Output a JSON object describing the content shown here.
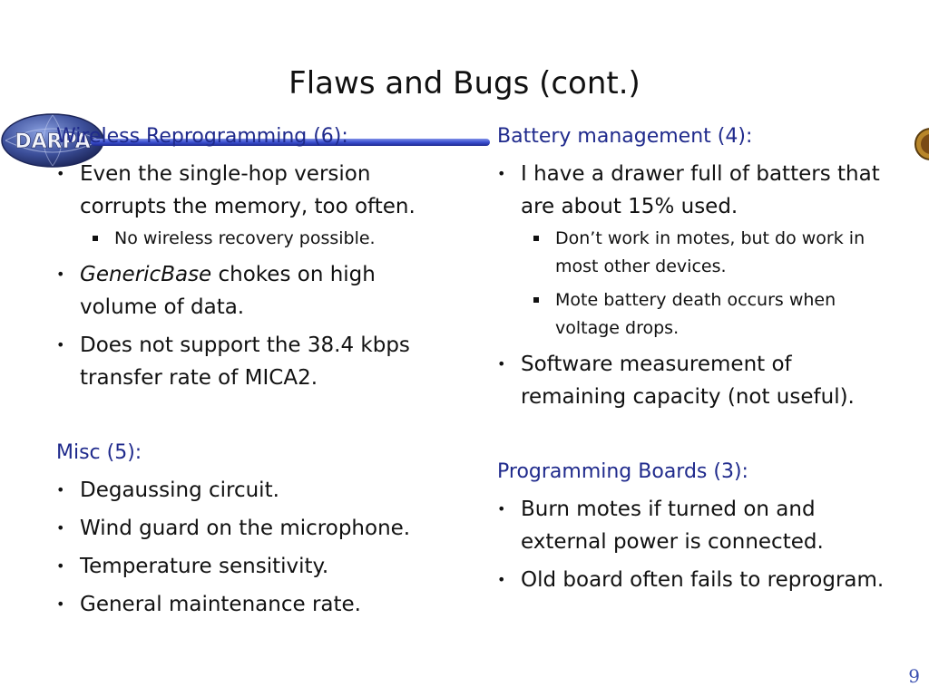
{
  "slide": {
    "title": "Flaws and Bugs (cont.)",
    "logo_text": "DARPA",
    "page_number": "9"
  },
  "left": {
    "sections": [
      {
        "heading": "Wireless Reprogramming (6):",
        "items": [
          {
            "text": "Even the single-hop version corrupts the memory, too often.",
            "sub": [
              "No wireless recovery possible."
            ]
          },
          {
            "italic": "GenericBase",
            "text": " chokes on high volume of data.",
            "sub": []
          },
          {
            "text": "Does not support the 38.4 kbps transfer rate of MICA2.",
            "sub": []
          }
        ]
      },
      {
        "heading": "Misc (5):",
        "items": [
          {
            "text": "Degaussing circuit.",
            "sub": []
          },
          {
            "text": "Wind guard on the microphone.",
            "sub": []
          },
          {
            "text": "Temperature sensitivity.",
            "sub": []
          },
          {
            "text": "General maintenance rate.",
            "sub": []
          }
        ]
      }
    ]
  },
  "right": {
    "sections": [
      {
        "heading": "Battery management (4):",
        "items": [
          {
            "text": "I have a drawer full of batters that are about 15% used.",
            "sub": [
              "Don’t work in motes, but do work in most other devices.",
              "Mote battery death occurs when voltage drops."
            ]
          },
          {
            "text": "Software measurement of remaining capacity (not useful).",
            "sub": []
          }
        ]
      },
      {
        "heading": "Programming Boards (3):",
        "items": [
          {
            "text": "Burn motes if turned on and external power is connected.",
            "sub": []
          },
          {
            "text": "Old board often fails to reprogram.",
            "sub": []
          }
        ]
      }
    ]
  },
  "colors": {
    "heading": "#1f2a8c",
    "rule": "#3a4fd0",
    "page_number": "#3a4fb0"
  }
}
